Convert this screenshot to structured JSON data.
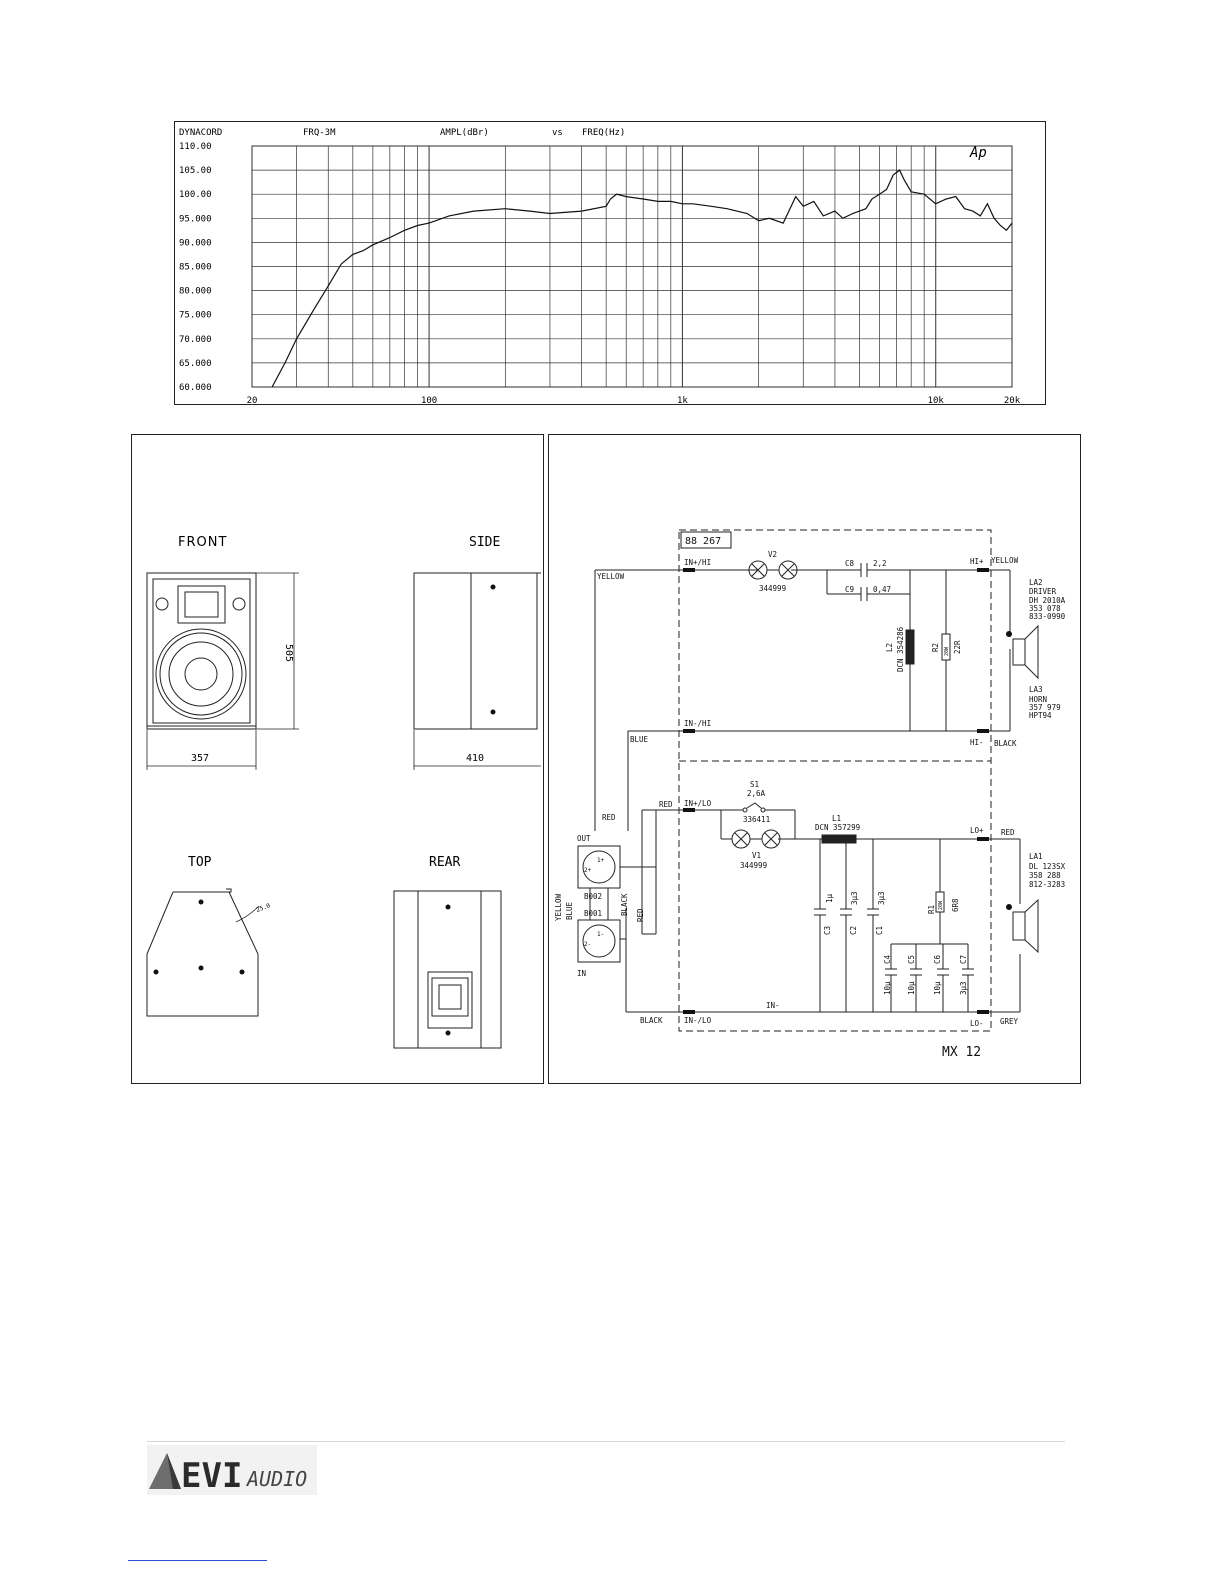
{
  "chart_data": {
    "type": "line",
    "header": {
      "brand": "DYNACORD",
      "model": "FRQ-3M",
      "y_quantity": "AMPL(dBr)",
      "vs": "vs",
      "x_quantity": "FREQ(Hz)",
      "ap_mark": "Ap"
    },
    "x_scale": "log",
    "xlim": [
      20,
      20000
    ],
    "ylim": [
      60,
      110
    ],
    "x_ticks": [
      {
        "value": 20,
        "label": "20"
      },
      {
        "value": 100,
        "label": "100"
      },
      {
        "value": 1000,
        "label": "1k"
      },
      {
        "value": 10000,
        "label": "10k"
      },
      {
        "value": 20000,
        "label": "20k"
      }
    ],
    "y_ticks": [
      {
        "value": 110,
        "label": "110.00"
      },
      {
        "value": 105,
        "label": "105.00"
      },
      {
        "value": 100,
        "label": "100.00"
      },
      {
        "value": 95,
        "label": "95.000"
      },
      {
        "value": 90,
        "label": "90.000"
      },
      {
        "value": 85,
        "label": "85.000"
      },
      {
        "value": 80,
        "label": "80.000"
      },
      {
        "value": 75,
        "label": "75.000"
      },
      {
        "value": 70,
        "label": "70.000"
      },
      {
        "value": 65,
        "label": "65.000"
      },
      {
        "value": 60,
        "label": "60.000"
      }
    ],
    "grid": true,
    "series": [
      {
        "x": [
          24,
          27,
          30,
          35,
          40,
          45,
          50,
          55,
          60,
          70,
          80,
          90,
          100,
          120,
          150,
          200,
          250,
          300,
          400,
          500,
          520,
          550,
          600,
          700,
          800,
          900,
          1000,
          1100,
          1300,
          1500,
          1800,
          2000,
          2200,
          2500,
          2800,
          3000,
          3300,
          3600,
          4000,
          4300,
          4700,
          5000,
          5300,
          5600,
          6000,
          6400,
          6800,
          7200,
          7500,
          8000,
          9000,
          10000,
          11000,
          12000,
          13000,
          14000,
          15000,
          16000,
          17000,
          18000,
          19000,
          20000
        ],
        "y": [
          60,
          65,
          70,
          76,
          81,
          85.5,
          87.5,
          88.3,
          89.5,
          91,
          92.5,
          93.5,
          94,
          95.5,
          96.5,
          97,
          96.5,
          96,
          96.5,
          97.5,
          99,
          100,
          99.5,
          99,
          98.5,
          98.5,
          98,
          98,
          97.5,
          97,
          96,
          94.5,
          95,
          94,
          99.5,
          97.5,
          98.5,
          95.5,
          96.5,
          95,
          96,
          96.5,
          97,
          99,
          100,
          101,
          104,
          105,
          103,
          100.5,
          100,
          98,
          99,
          99.5,
          97,
          96.5,
          95.5,
          98,
          95,
          93.5,
          92.5,
          94
        ]
      }
    ]
  },
  "views": {
    "front": "FRONT",
    "side": "SIDE",
    "top": "TOP",
    "rear": "REAR",
    "height_dim": "505",
    "front_width_dim": "357",
    "side_depth_dim": "410",
    "angle_dim": "25.0"
  },
  "schematic": {
    "board_id": "88 267",
    "model": "MX 12",
    "ports": {
      "in_pos_hi": "IN+/HI",
      "in_neg_hi": "IN-/HI",
      "in_pos_lo": "IN+/LO",
      "in_neg_lo": "IN-/LO",
      "hi_pos": "HI+",
      "hi_neg": "HI-",
      "lo_pos": "LO+",
      "lo_neg": "LO-",
      "in_minus": "IN-"
    },
    "wires": {
      "yellow_left": "YELLOW",
      "blue": "BLUE",
      "red_top": "RED",
      "red_in": "RED",
      "black_bottom": "BLACK",
      "yellow_out": "YELLOW",
      "black_out": "BLACK",
      "red_out": "RED",
      "grey_out": "GREY",
      "conn_yellow": "YELLOW",
      "conn_blue": "BLUE",
      "conn_black": "BLACK",
      "conn_red": "RED"
    },
    "connectors": {
      "out_label": "OUT",
      "out_id": "B002",
      "in_id": "B001",
      "in_label": "IN",
      "pin_pos": "1+",
      "pin_neg": "1-",
      "pin_2pos": "2+",
      "pin_2neg": "2-"
    },
    "components": {
      "v2": "V2",
      "v2_part": "344999",
      "c8": "C8",
      "c8_val": "2,2",
      "c9": "C9",
      "c9_val": "0,47",
      "l2": "L2",
      "l2_part": "DCN 354286",
      "r2": "R2",
      "r2_val": "22R",
      "r2_power": "20W",
      "s1": "S1",
      "s1_rating": "2,6A",
      "s1_part": "336411",
      "l1": "L1",
      "l1_part": "DCN 357299",
      "v1": "V1",
      "v1_part": "344999",
      "c3": "C3",
      "c3_val": "1µ",
      "c2": "C2",
      "c2_val": "3µ3",
      "c1": "C1",
      "c1_val": "3µ3",
      "r1": "R1",
      "r1_val": "6R8",
      "r1_power": "20W",
      "c4": "C4",
      "c4_val": "10µ",
      "c5": "C5",
      "c5_val": "10µ",
      "c6": "C6",
      "c6_val": "10µ",
      "c7": "C7",
      "c7_val": "3µ3"
    },
    "drivers": {
      "la2": [
        "LA2",
        "DRIVER",
        "DH 2010A",
        "353 078",
        "833-0990"
      ],
      "la3": [
        "LA3",
        "HORN",
        "357 979",
        "HPT94"
      ],
      "la1": [
        "LA1",
        "DL 123SX",
        "358 288",
        "812-3283"
      ]
    }
  },
  "footer": {
    "logo_text": "EVI",
    "logo_sub": "AUDIO"
  }
}
